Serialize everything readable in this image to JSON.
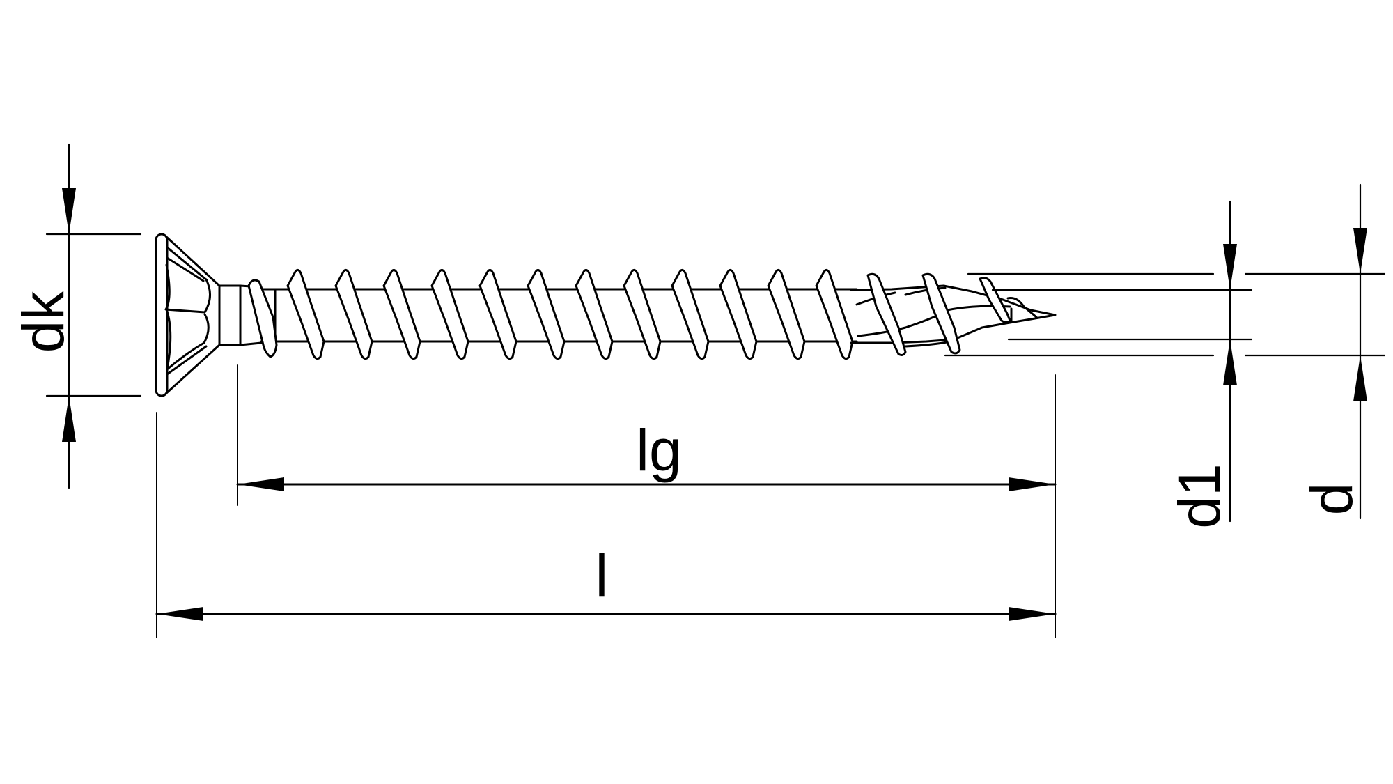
{
  "drawing": {
    "title": "Countersunk wood screw dimension drawing",
    "line_color": "#000000",
    "background": "#ffffff"
  },
  "dimensions": {
    "dk": {
      "label": "dk",
      "meaning": "head diameter",
      "orientation": "vertical"
    },
    "lg": {
      "label": "lg",
      "meaning": "thread length",
      "orientation": "horizontal"
    },
    "l": {
      "label": "l",
      "meaning": "overall length",
      "orientation": "horizontal"
    },
    "d1": {
      "label": "d1",
      "meaning": "core diameter",
      "orientation": "vertical"
    },
    "d": {
      "label": "d",
      "meaning": "thread diameter",
      "orientation": "vertical"
    }
  }
}
